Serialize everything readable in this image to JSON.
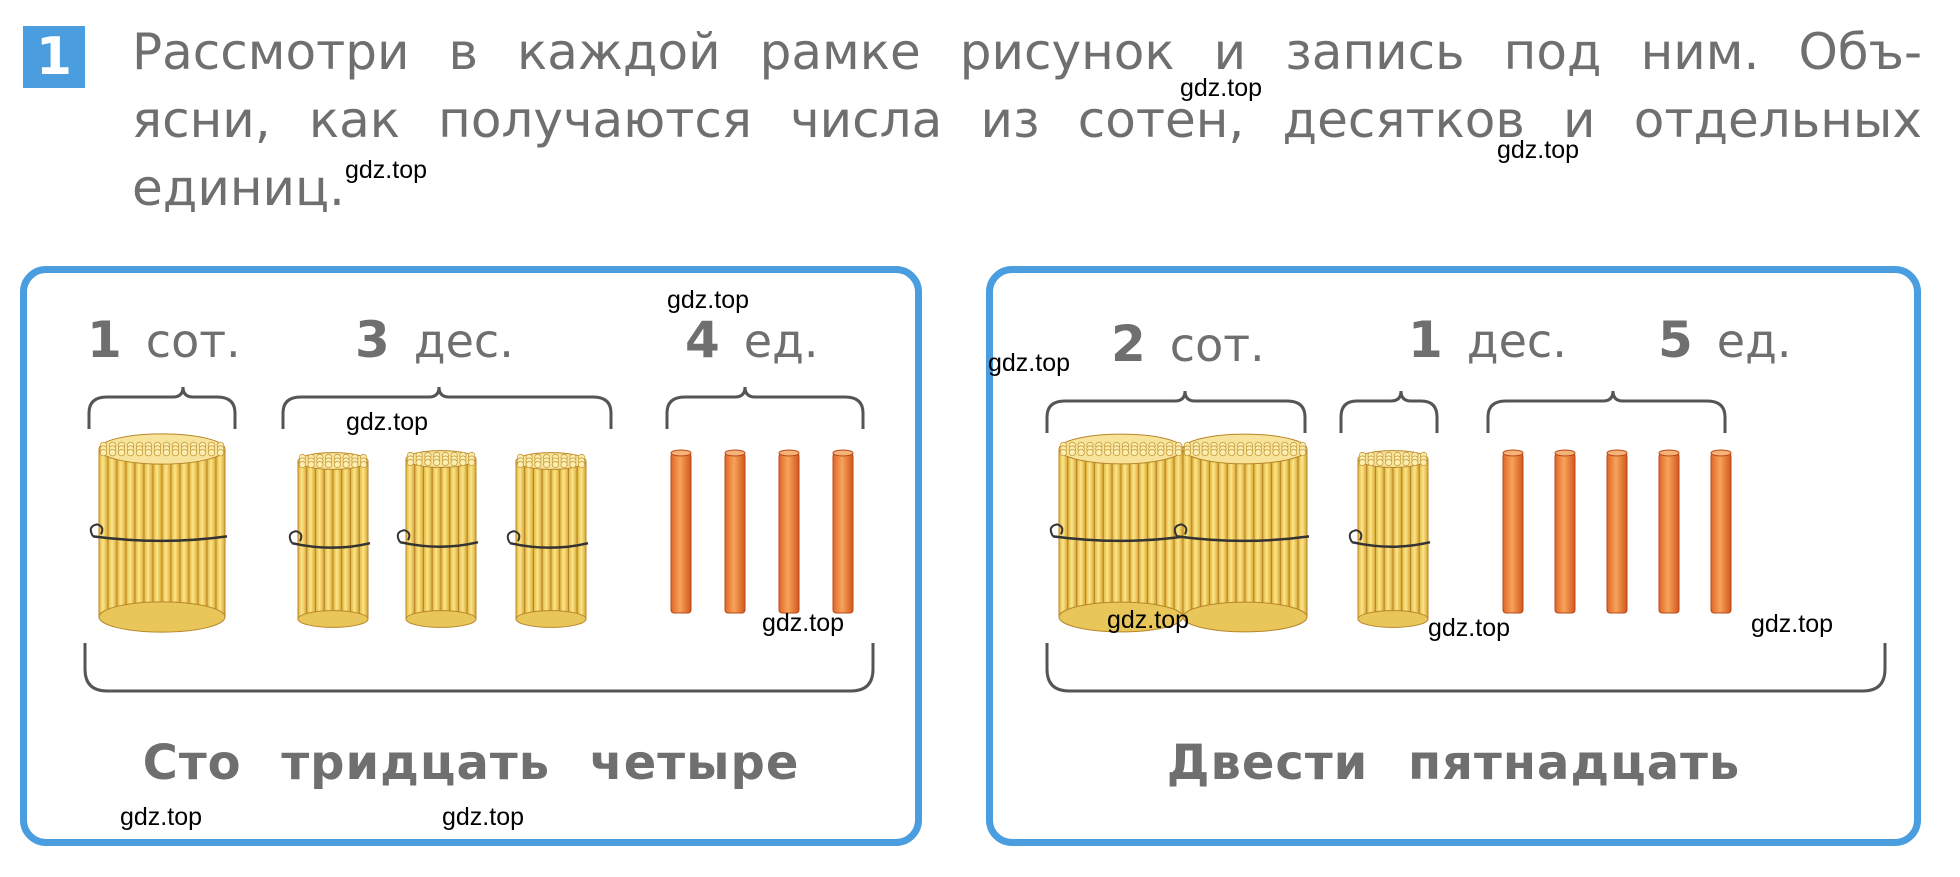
{
  "task": {
    "number": "1",
    "text": "Рассмотри в каждой рамке рисунок и запись под ним. Объ-ясни, как получаются числа из сотен, десятков и отдельных единиц."
  },
  "panels": [
    {
      "groups": [
        {
          "digit": "1",
          "unit": "сот."
        },
        {
          "digit": "3",
          "unit": "дес."
        },
        {
          "digit": "4",
          "unit": "ед."
        }
      ],
      "caption": "Сто тридцать четыре"
    },
    {
      "groups": [
        {
          "digit": "2",
          "unit": "сот."
        },
        {
          "digit": "1",
          "unit": "дес."
        },
        {
          "digit": "5",
          "unit": "ед."
        }
      ],
      "caption": "Двести пятнадцать"
    }
  ],
  "watermark": "gdz.top",
  "colors": {
    "accent": "#4a9ddf",
    "text": "#6f6f6f",
    "bundle_stick": "#f2d56a",
    "single_stick": "#ee8a3c"
  }
}
